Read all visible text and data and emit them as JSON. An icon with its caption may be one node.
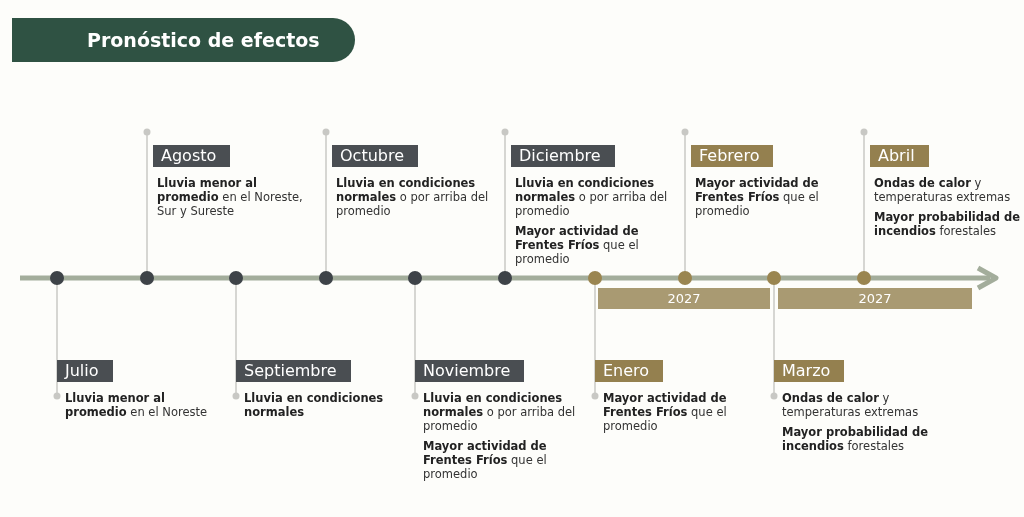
{
  "diagram": {
    "title": "Pronóstico de efectos",
    "nodes": [
      {
        "text": [
          "Julio",
          "**Lluvia menor al promedio** en el Noreste"
        ]
      },
      {
        "text": [
          "Agosto",
          "**Lluvia menor al promedio** en el Noreste, Sur y Sureste"
        ]
      },
      {
        "text": [
          "Septiembre",
          "**Lluvia en condiciones normales**"
        ]
      },
      {
        "text": [
          "Octubre",
          "**Lluvia en condiciones normales** o por arriba del promedio"
        ]
      },
      {
        "text": [
          "Noviembre",
          "**Lluvia en condiciones normales** o por arriba del promedio",
          "**Mayor actividad de Frentes Fríos** que el promedio"
        ]
      },
      {
        "text": [
          "Diciembre",
          "**Lluvia en condiciones normales** o por arriba del promedio",
          "**Mayor actividad de Frentes Fríos** que el promedio"
        ]
      },
      {
        "text": [
          "Enero",
          "**Mayor actividad de Frentes Fríos** que el promedio"
        ]
      },
      {
        "text": [
          "Febrero",
          "**Mayor actividad de Frentes Fríos** que el promedio"
        ]
      },
      {
        "text": [
          "Marzo",
          "**Ondas de calor** y temperaturas extremas",
          "**Mayor probabilidad de incendios** forestales"
        ]
      },
      {
        "text": [
          "Abril",
          "**Ondas de calor** y temperaturas extremas",
          "**Mayor probabilidad de incendios** forestales"
        ]
      },
      {
        "text": [
          "2027"
        ]
      },
      {
        "text": [
          "2027"
        ]
      }
    ]
  }
}
